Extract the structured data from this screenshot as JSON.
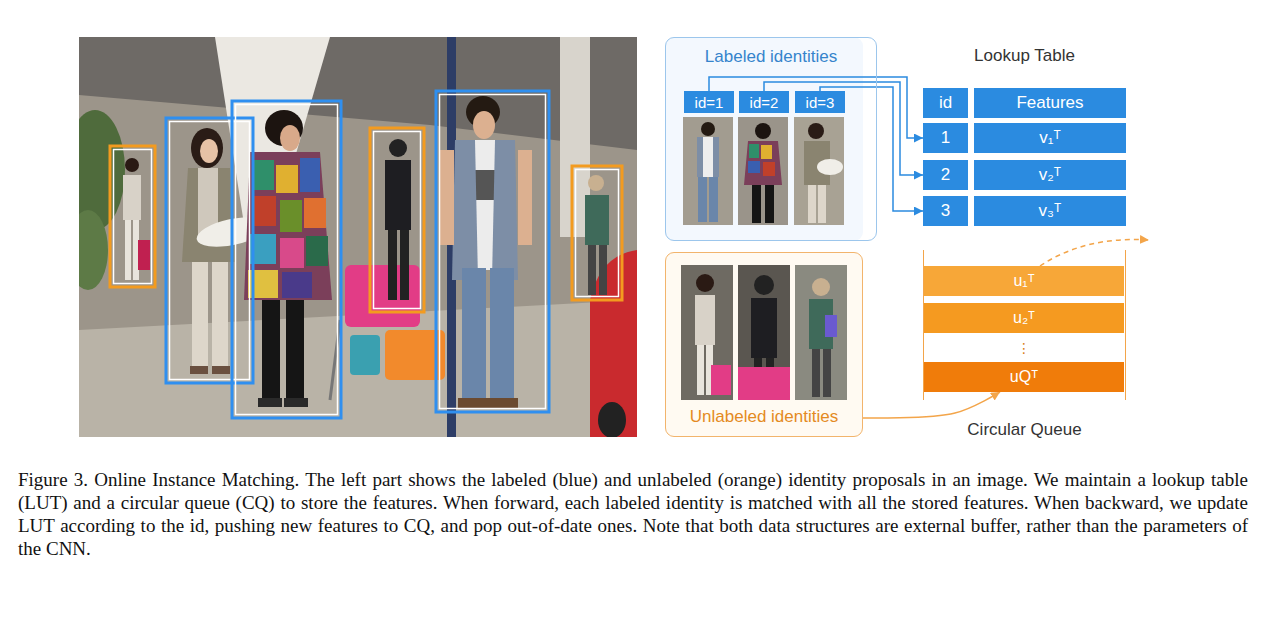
{
  "diagram": {
    "caption": "Figure 3. Online Instance Matching. The left part shows the labeled (blue) and unlabeled (orange) identity proposals in an image. We maintain a lookup table (LUT) and a circular queue (CQ) to store the features. When forward, each labeled identity is matched with all the stored features. When backward, we update LUT according to the id, pushing new features to CQ, and pop out-of-date ones. Note that both data structures are external buffer, rather than the parameters of the CNN.",
    "nodes": [
      {
        "text": [
          "Labeled identities"
        ]
      },
      {
        "text": [
          "id=1"
        ],
        "in": 0
      },
      {
        "text": [
          "id=2"
        ],
        "in": 0
      },
      {
        "text": [
          "id=3"
        ],
        "in": 0
      },
      {
        "text": [
          "Unlabeled identities"
        ]
      },
      {
        "text": [
          "Lookup Table"
        ]
      },
      {
        "text": [
          "id"
        ],
        "in": 5
      },
      {
        "text": [
          "Features"
        ],
        "in": 5
      },
      {
        "text": [
          "1"
        ],
        "in": 5
      },
      {
        "text": [
          "v₁ᵀ"
        ],
        "in": 5
      },
      {
        "text": [
          "2"
        ],
        "in": 5
      },
      {
        "text": [
          "v₂ᵀ"
        ],
        "in": 5
      },
      {
        "text": [
          "3"
        ],
        "in": 5
      },
      {
        "text": [
          "v₃ᵀ"
        ],
        "in": 5
      },
      {
        "text": [
          "Circular Queue"
        ]
      },
      {
        "text": [
          "u₁ᵀ"
        ],
        "in": 14
      },
      {
        "text": [
          "u₂ᵀ"
        ],
        "in": 14
      },
      {
        "text": [
          "⋮"
        ],
        "in": 14
      },
      {
        "text": [
          "uQᵀ"
        ],
        "in": 14
      }
    ],
    "edges": [
      {
        "from": 1,
        "to": 8,
        "arrow": "to"
      },
      {
        "from": 2,
        "to": 10,
        "arrow": "to"
      },
      {
        "from": 3,
        "to": 12,
        "arrow": "to"
      },
      {
        "from": 4,
        "to": 18,
        "arrow": "to"
      }
    ]
  }
}
